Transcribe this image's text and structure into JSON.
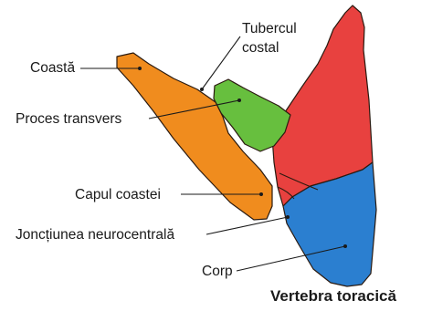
{
  "diagram": {
    "caption": "Vertebra toracică",
    "labels": {
      "coasta": "Coastă",
      "tubercul_line1": "Tubercul",
      "tubercul_line2": "costal",
      "proces_transvers": "Proces transvers",
      "capul_coastei": "Capul coastei",
      "jonctiunea": "Joncțiunea neurocentrală",
      "corp": "Corp"
    },
    "colors": {
      "rib": "#f08c1e",
      "transverse_process": "#67bf3e",
      "vertebral_arch": "#e8413f",
      "vertebral_body": "#2b7fd0",
      "outline": "#2a1a10",
      "leader": "#1a1a1a"
    }
  }
}
